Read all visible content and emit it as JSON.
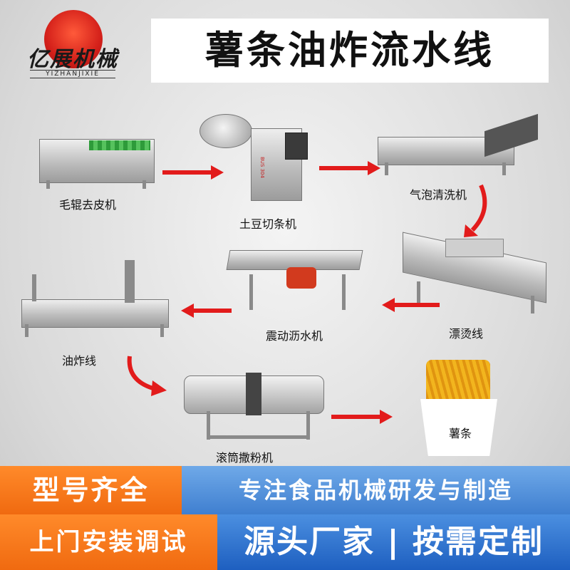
{
  "brand": {
    "name_cn": "亿展机械",
    "name_en": "YIZHANJIXIE"
  },
  "title": "薯条油炸流水线",
  "machines": [
    {
      "label": "毛辊去皮机"
    },
    {
      "label": "土豆切条机"
    },
    {
      "label": "气泡清洗机"
    },
    {
      "label": "漂烫线"
    },
    {
      "label": "震动沥水机"
    },
    {
      "label": "油炸线"
    },
    {
      "label": "滚筒撒粉机"
    },
    {
      "label": "薯条"
    }
  ],
  "machine_tags": {
    "cutter_plate": "BUS 304"
  },
  "footer": {
    "tag1": "型号齐全",
    "slogan1": "专注食品机械研发与制造",
    "tag2": "上门安装调试",
    "slogan2": "源头厂家 | 按需定制"
  },
  "colors": {
    "arrow": "#e21b1b",
    "orange": "#f06a10",
    "blue": "#3f7fd0"
  }
}
